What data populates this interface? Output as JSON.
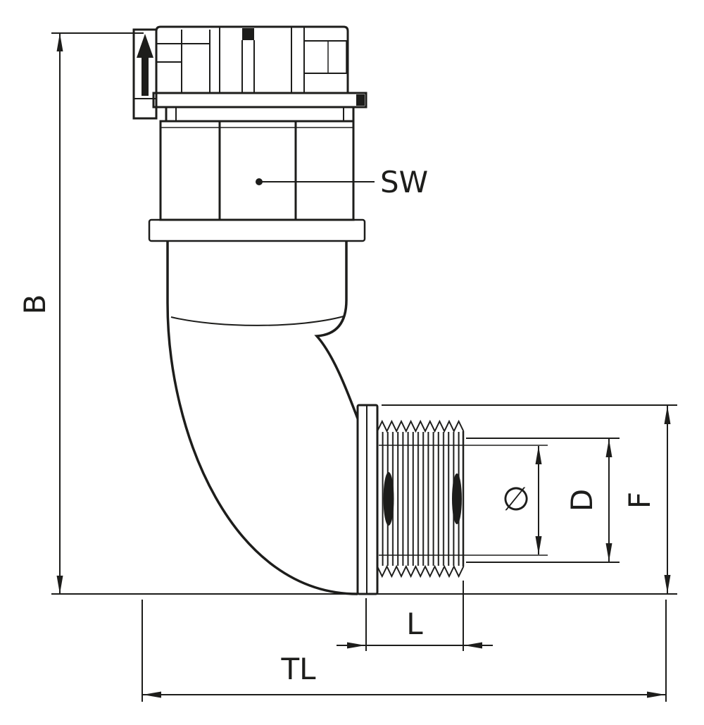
{
  "style": {
    "ink": "#1d1d1b",
    "background": "#ffffff"
  },
  "drawing": {
    "subject": "right-angle-elbow-conduit-fitting-technical-drawing"
  },
  "dimensions": {
    "overall_height": "B",
    "wrench_size": "SW",
    "diameter_symbol": "∅",
    "thread_diameter": "D",
    "flange_height": "F",
    "thread_length": "L",
    "total_length": "TL"
  }
}
